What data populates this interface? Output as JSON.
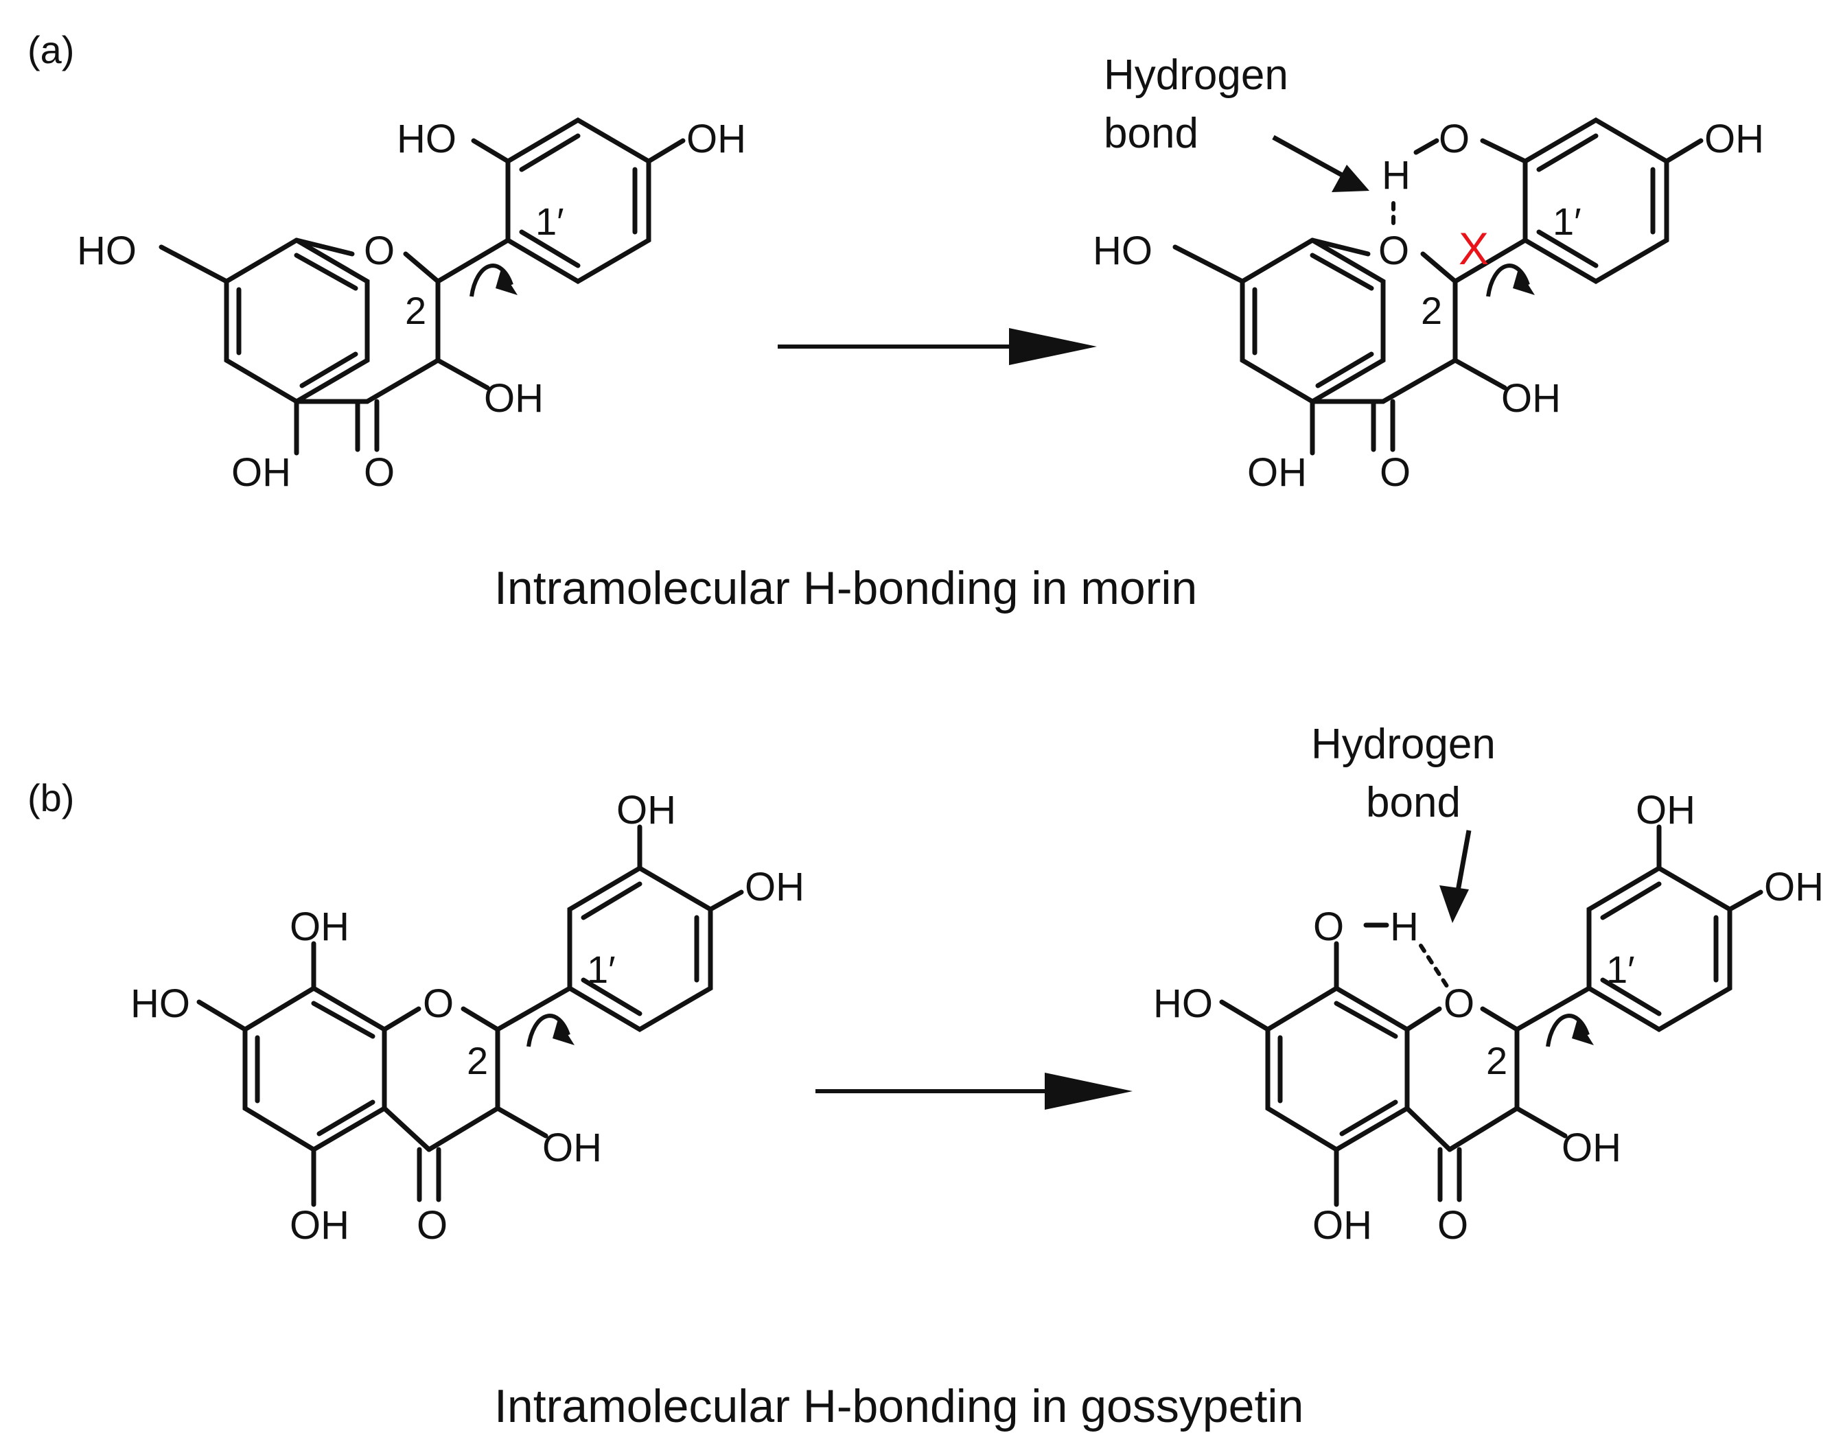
{
  "panels": [
    {
      "id": "a",
      "label": "(a)",
      "caption": "Intramolecular H-bonding in morin",
      "annotation": [
        "Hydrogen",
        "bond"
      ],
      "blocked_marker": "X"
    },
    {
      "id": "b",
      "label": "(b)",
      "caption": "Intramolecular H-bonding in gossypetin",
      "annotation": [
        "Hydrogen",
        "bond"
      ]
    }
  ],
  "atom_labels": {
    "ho": "HO",
    "oh": "OH",
    "o": "O",
    "h": "H",
    "c2": "2",
    "c1p": "1′"
  },
  "colors": {
    "ink": "#111111",
    "blocked_marker": "#e8141a",
    "background": "#ffffff"
  }
}
